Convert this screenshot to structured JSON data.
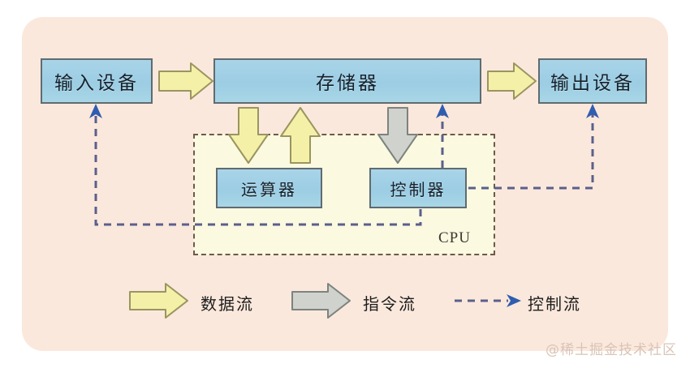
{
  "panel": {
    "background_color": "#fbe8dc"
  },
  "nodes": {
    "input_device": "输入设备",
    "storage": "存储器",
    "output_device": "输出设备",
    "alu": "运算器",
    "controller": "控制器",
    "cpu_label": "CPU"
  },
  "legend": {
    "items": [
      {
        "label": "数据流",
        "color": "#f4f0a8",
        "style": "block-arrow"
      },
      {
        "label": "指令流",
        "color": "#cfd2cd",
        "style": "block-arrow"
      },
      {
        "label": "控制流",
        "color": "#3f62b4",
        "style": "dashed-arrow"
      }
    ]
  },
  "colors": {
    "data_flow": "#f4f0a8",
    "data_flow_stroke": "#9a9560",
    "instruction_flow": "#cfd2cd",
    "instruction_flow_stroke": "#7d837e",
    "control_flow": "#5a5f8c",
    "control_arrow_head": "#2f5db0",
    "box_fill": "#a9d4e8",
    "box_stroke": "#5f6b70",
    "cpu_fill": "#fbf9e0",
    "cpu_stroke": "#6b5b4a"
  },
  "watermark": "@稀土掘金技术社区"
}
